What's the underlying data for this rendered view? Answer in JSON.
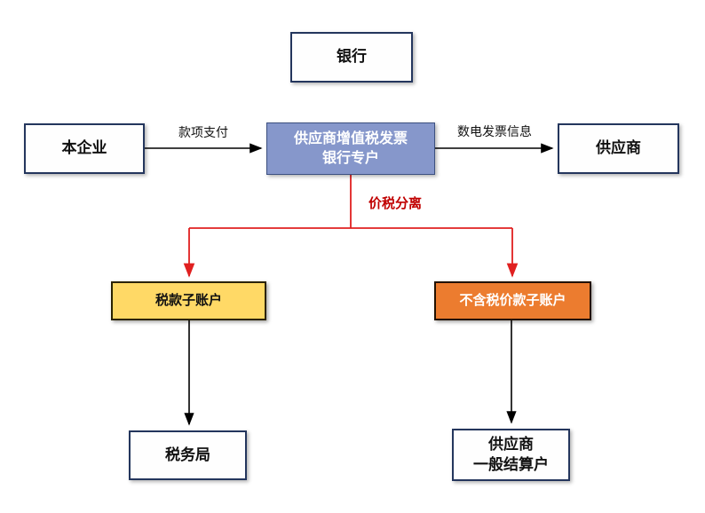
{
  "diagram": {
    "title_hint": "supplier-vat-invoice-bank-special-account-flowchart",
    "nodes": {
      "bank": {
        "label": "银行"
      },
      "our_company": {
        "label": "本企业"
      },
      "supplier_vat_account": {
        "label_line1": "供应商增值税发票",
        "label_line2": "银行专户"
      },
      "supplier": {
        "label": "供应商"
      },
      "tax_sub_account": {
        "label": "税款子账户"
      },
      "price_sub_account": {
        "label": "不含税价款子账户"
      },
      "tax_bureau": {
        "label": "税务局"
      },
      "supplier_settlement": {
        "label_line1": "供应商",
        "label_line2": "一般结算户"
      }
    },
    "edges": {
      "payment_label": "款项支付",
      "invoice_info_label": "数电发票信息",
      "split_label": "价税分离"
    },
    "colors": {
      "plain_border": "#24365D",
      "blue_fill": "#8697CB",
      "yellow_fill": "#FFD966",
      "orange_fill": "#EC7C2F",
      "red_line": "#E02020",
      "red_label": "#C00000",
      "black_line": "#000000",
      "background": "#FFFFFF"
    }
  }
}
